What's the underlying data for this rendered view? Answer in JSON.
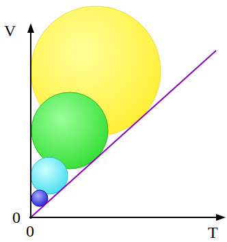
{
  "diagram": {
    "labels": [
      "V",
      "0",
      "0",
      "T"
    ]
  }
}
